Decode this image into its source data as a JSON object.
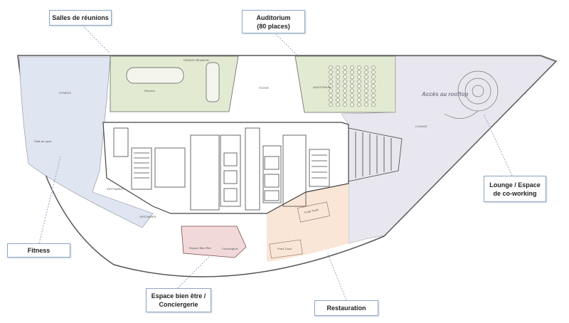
{
  "callouts": {
    "meeting_rooms": "Salles de réunions",
    "auditorium_line1": "Auditorium",
    "auditorium_line2": "(80 places)",
    "lounge_line1": "Lounge / Espace",
    "lounge_line2": "de co-working",
    "fitness": "Fitness",
    "wellness_line1": "Espace bien être  /",
    "wellness_line2": "Conciergerie",
    "restauration": "Restauration"
  },
  "plan_labels": {
    "rooftop": "Accès au rooftop",
    "foyer": "FOYER",
    "lounge": "LOUNGE",
    "food_truck_1": "Food Truck",
    "food_truck_2": "Food Truck",
    "wellness": "Espace Bien Être",
    "conciergerie": "Conciergerie",
    "sport": "Salle de sport",
    "vestiaires_1": "VESTIAIRES",
    "vestiaires_2": "VESTIAIRES",
    "fitness_room": "FITNESS",
    "meeting_room": "ESPACE REUNION",
    "meeting_table": "Réunion",
    "auditorium": "AUDITORIUM"
  },
  "zone_colors": {
    "fitness": "#dfe6f1",
    "meeting": "#e3ead2",
    "auditorium": "#e3ead2",
    "lounge": "#e8e7ef",
    "restauration": "#fae6d6",
    "wellness": "#f2d9d9"
  }
}
